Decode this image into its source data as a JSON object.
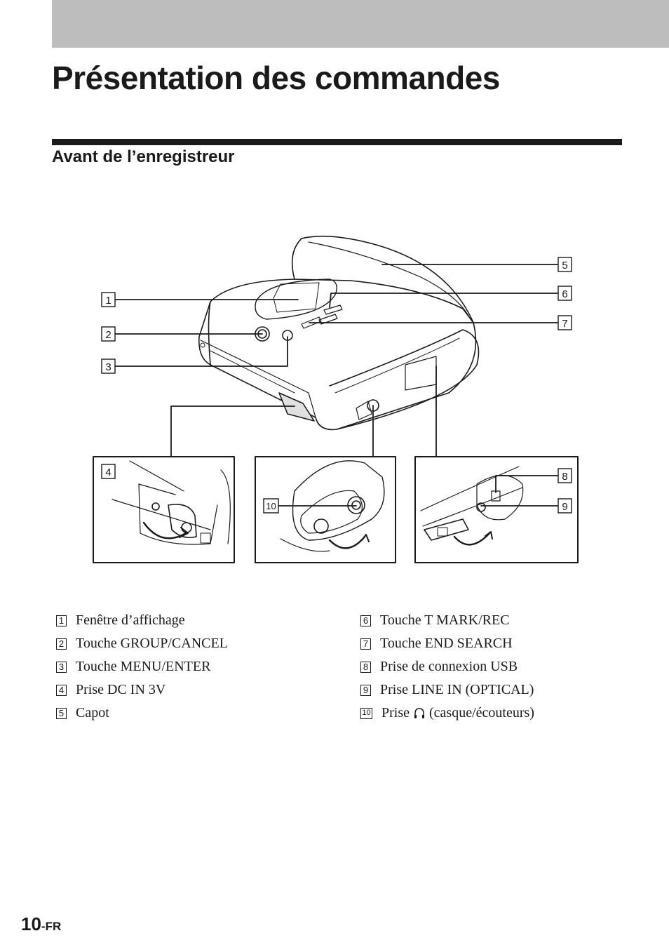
{
  "page": {
    "title": "Présentation des commandes",
    "section_title": "Avant de l’enregistreur",
    "page_number": "10",
    "page_suffix": "-FR"
  },
  "callouts": [
    "1",
    "2",
    "3",
    "4",
    "5",
    "6",
    "7",
    "8",
    "9",
    "10"
  ],
  "legend": {
    "left": [
      {
        "num": "1",
        "text": "Fenêtre d’affichage"
      },
      {
        "num": "2",
        "text": "Touche GROUP/CANCEL"
      },
      {
        "num": "3",
        "text": "Touche MENU/ENTER"
      },
      {
        "num": "4",
        "text": "Prise DC IN 3V"
      },
      {
        "num": "5",
        "text": "Capot"
      }
    ],
    "right": [
      {
        "num": "6",
        "text": "Touche T MARK/REC"
      },
      {
        "num": "7",
        "text": "Touche END SEARCH"
      },
      {
        "num": "8",
        "text": "Prise de connexion USB"
      },
      {
        "num": "9",
        "text": "Prise LINE IN (OPTICAL)"
      },
      {
        "num": "10",
        "text": "Prise",
        "icon": "headphones-icon",
        "text_after": "(casque/écouteurs)"
      }
    ]
  }
}
